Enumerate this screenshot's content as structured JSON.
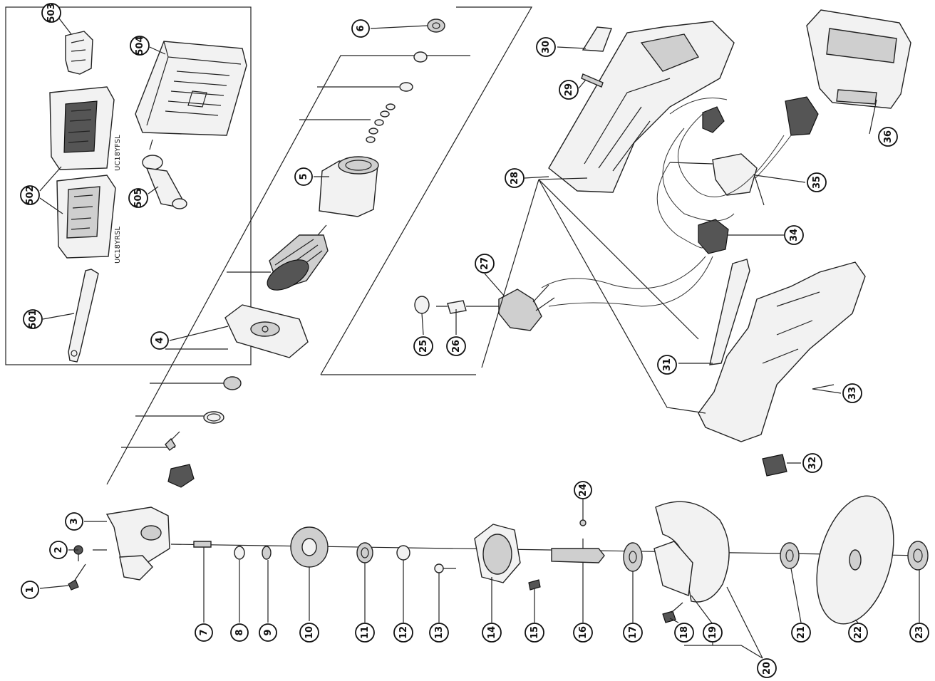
{
  "callouts": [
    {
      "id": "501",
      "label": "501"
    },
    {
      "id": "502",
      "label": "502"
    },
    {
      "id": "503",
      "label": "503"
    },
    {
      "id": "504",
      "label": "504"
    },
    {
      "id": "505",
      "label": "505"
    },
    {
      "id": "1",
      "label": "1"
    },
    {
      "id": "2",
      "label": "2"
    },
    {
      "id": "3",
      "label": "3"
    },
    {
      "id": "4",
      "label": "4"
    },
    {
      "id": "5",
      "label": "5"
    },
    {
      "id": "6",
      "label": "6"
    },
    {
      "id": "7",
      "label": "7"
    },
    {
      "id": "8",
      "label": "8"
    },
    {
      "id": "9",
      "label": "9"
    },
    {
      "id": "10",
      "label": "10"
    },
    {
      "id": "11",
      "label": "11"
    },
    {
      "id": "12",
      "label": "12"
    },
    {
      "id": "13",
      "label": "13"
    },
    {
      "id": "14",
      "label": "14"
    },
    {
      "id": "15",
      "label": "15"
    },
    {
      "id": "16",
      "label": "16"
    },
    {
      "id": "17",
      "label": "17"
    },
    {
      "id": "18",
      "label": "18"
    },
    {
      "id": "19",
      "label": "19"
    },
    {
      "id": "20",
      "label": "20"
    },
    {
      "id": "21",
      "label": "21"
    },
    {
      "id": "22",
      "label": "22"
    },
    {
      "id": "23",
      "label": "23"
    },
    {
      "id": "24",
      "label": "24"
    },
    {
      "id": "25",
      "label": "25"
    },
    {
      "id": "26",
      "label": "26"
    },
    {
      "id": "27",
      "label": "27"
    },
    {
      "id": "28",
      "label": "28"
    },
    {
      "id": "29",
      "label": "29"
    },
    {
      "id": "30",
      "label": "30"
    },
    {
      "id": "31",
      "label": "31"
    },
    {
      "id": "32",
      "label": "32"
    },
    {
      "id": "33",
      "label": "33"
    },
    {
      "id": "34",
      "label": "34"
    },
    {
      "id": "35",
      "label": "35"
    },
    {
      "id": "36",
      "label": "36"
    }
  ],
  "model_labels": {
    "charger_upper": "UC18YFSL",
    "charger_lower": "UC18YRSL"
  }
}
